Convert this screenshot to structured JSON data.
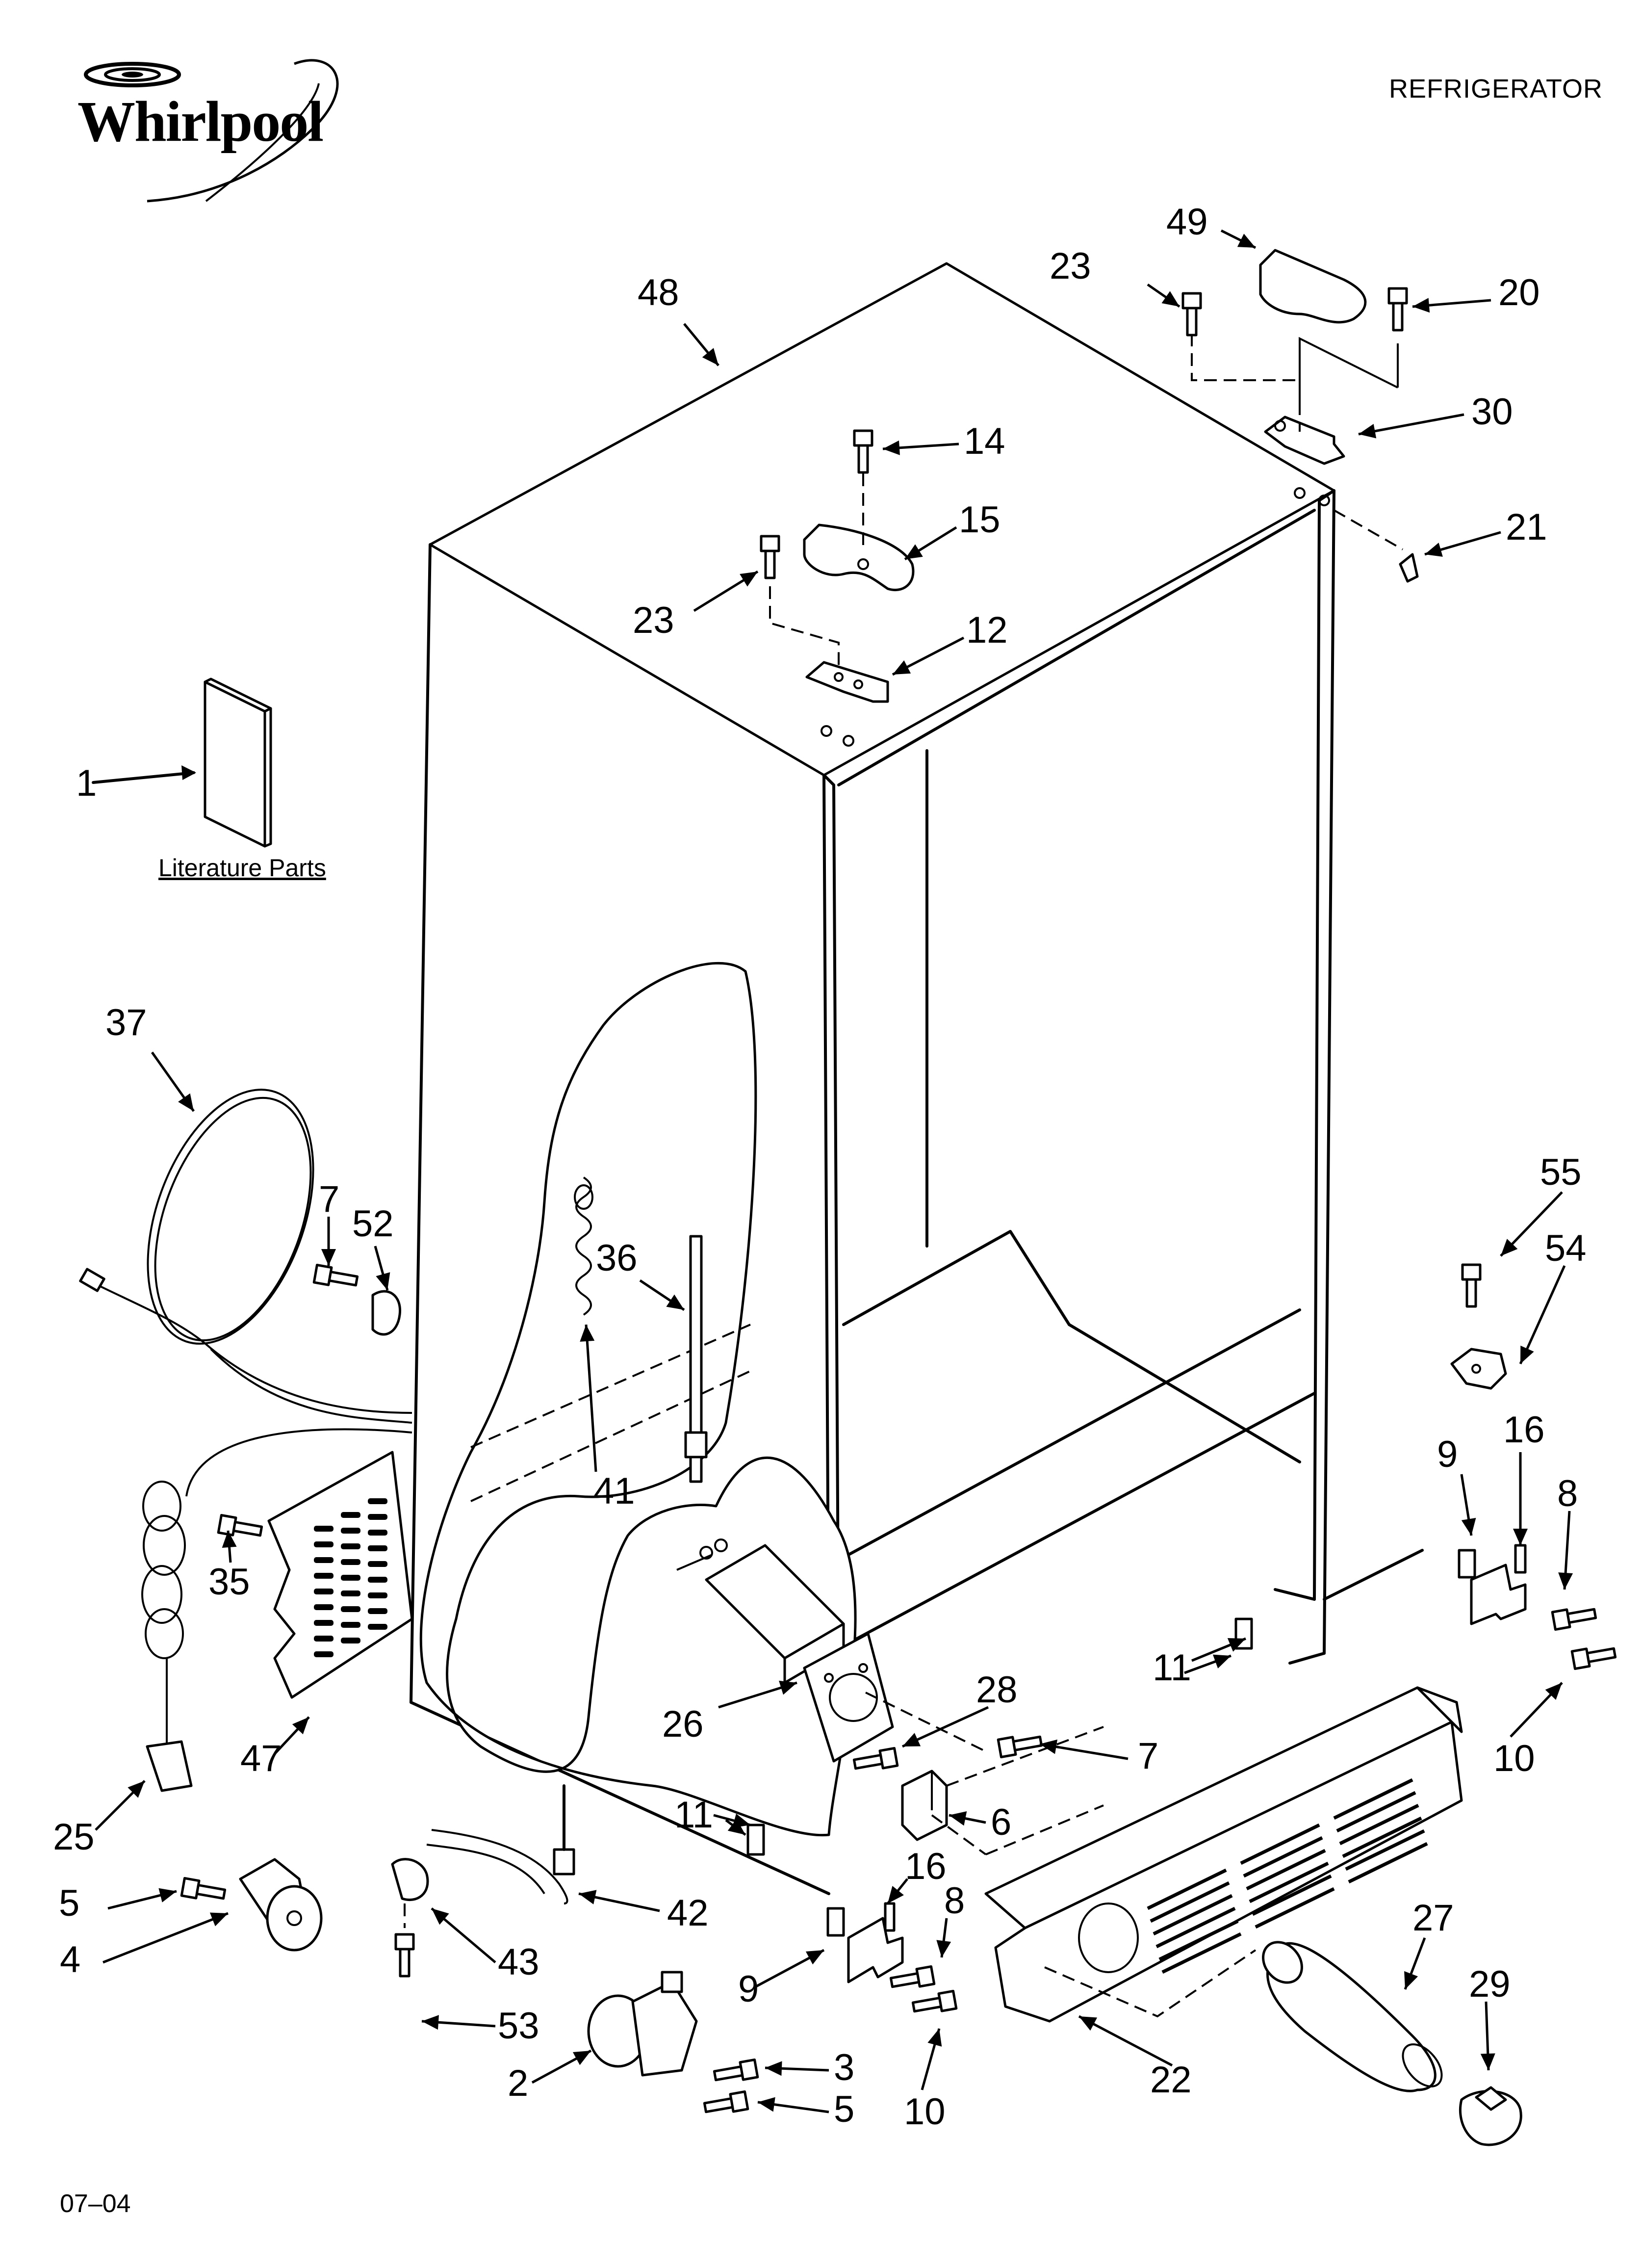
{
  "brand": {
    "name": "Whirlpool"
  },
  "header": {
    "title": "REFRIGERATOR"
  },
  "footer": {
    "code": "07–04"
  },
  "literature": {
    "label": "Literature Parts"
  },
  "callouts": {
    "c1": "1",
    "c2": "2",
    "c3": "3",
    "c4": "4",
    "c5a": "5",
    "c5b": "5",
    "c6": "6",
    "c7a": "7",
    "c7b": "7",
    "c8a": "8",
    "c8b": "8",
    "c9a": "9",
    "c9b": "9",
    "c10a": "10",
    "c10b": "10",
    "c11a": "11",
    "c11b": "11",
    "c12": "12",
    "c14": "14",
    "c15": "15",
    "c16a": "16",
    "c16b": "16",
    "c20": "20",
    "c21": "21",
    "c22": "22",
    "c23a": "23",
    "c23b": "23",
    "c25": "25",
    "c26": "26",
    "c27": "27",
    "c28": "28",
    "c29": "29",
    "c30": "30",
    "c35": "35",
    "c36": "36",
    "c37": "37",
    "c41": "41",
    "c42": "42",
    "c43": "43",
    "c47": "47",
    "c48": "48",
    "c49": "49",
    "c52": "52",
    "c53": "53",
    "c54": "54",
    "c55": "55"
  },
  "icons": {
    "logo": "whirlpool-swirl-logo",
    "screw": "screw-icon",
    "hinge": "hinge-icon",
    "roller": "roller-icon",
    "filter": "water-filter-icon"
  }
}
